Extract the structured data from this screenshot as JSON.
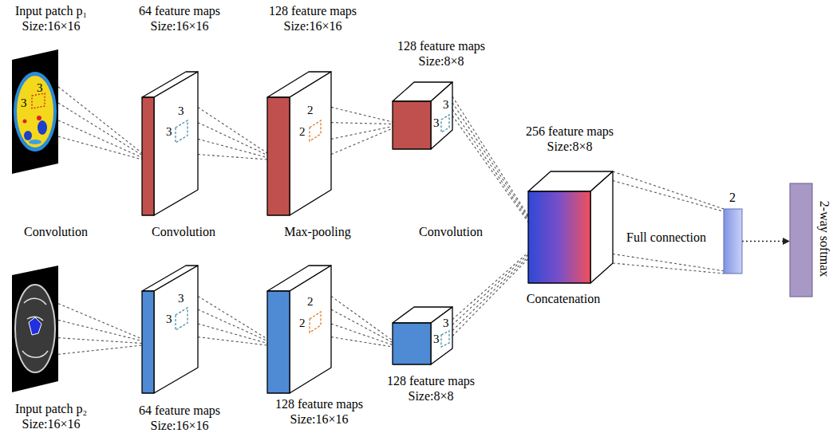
{
  "diagram": {
    "nodes": [
      {
        "text": [
          "Input patch p₁ Size:16×16"
        ]
      },
      {
        "text": [
          "64 feature maps Size:16×16"
        ]
      },
      {
        "text": [
          "128 feature maps Size:16×16"
        ]
      },
      {
        "text": [
          "128 feature maps Size:8×8"
        ]
      },
      {
        "text": [
          "256 feature maps Size:8×8",
          "Concatenation"
        ]
      },
      {
        "text": [
          "2"
        ]
      },
      {
        "text": [
          "2-way softmax"
        ]
      },
      {
        "text": [
          "Input patch p₂ Size:16×16"
        ]
      },
      {
        "text": [
          "64 feature maps Size:16×16"
        ]
      },
      {
        "text": [
          "128 feature maps Size:16×16"
        ]
      },
      {
        "text": [
          "128 feature maps Size:8×8"
        ]
      }
    ],
    "edges": [
      {
        "from": 0,
        "to": 1,
        "arrow": "none"
      },
      {
        "from": 1,
        "to": 2,
        "arrow": "none"
      },
      {
        "from": 2,
        "to": 3,
        "arrow": "none"
      },
      {
        "from": 3,
        "to": 4,
        "arrow": "none"
      },
      {
        "from": 7,
        "to": 8,
        "arrow": "none"
      },
      {
        "from": 8,
        "to": 9,
        "arrow": "none"
      },
      {
        "from": 9,
        "to": 10,
        "arrow": "none"
      },
      {
        "from": 10,
        "to": 4,
        "arrow": "none"
      },
      {
        "from": 4,
        "to": 5,
        "arrow": "none"
      },
      {
        "from": 5,
        "to": 6,
        "arrow": "to"
      }
    ],
    "labels": [
      "Convolution",
      "Convolution",
      "Max-pooling",
      "Convolution",
      "Full connection",
      "3",
      "3",
      "3",
      "3",
      "2",
      "2",
      "3",
      "3",
      "3",
      "3",
      "2",
      "2",
      "3",
      "3"
    ]
  }
}
